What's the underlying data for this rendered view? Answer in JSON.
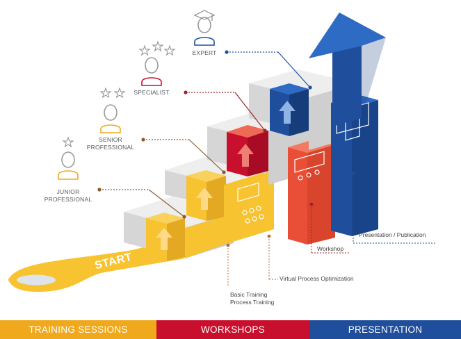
{
  "levels": [
    {
      "title_lines": [
        "JUNIOR",
        "PROFESSIONAL"
      ],
      "stars": 1,
      "color": "#f0a81c"
    },
    {
      "title_lines": [
        "SENIOR",
        "PROFESSIONAL"
      ],
      "stars": 2,
      "color": "#f0a81c"
    },
    {
      "title_lines": [
        "SPECIALIST"
      ],
      "stars": 3,
      "color": "#c8102e"
    },
    {
      "title_lines": [
        "EXPERT"
      ],
      "stars": 0,
      "color": "#1f4e9c",
      "icon": "graduation-cap-icon"
    }
  ],
  "start_label": "START",
  "annotations": {
    "basic_training": [
      "Basic Training",
      "Process Training"
    ],
    "virtual": "Virtual Process Optimization",
    "workshop": "Workshop",
    "presentation": "Presentation / Publication"
  },
  "footer": {
    "training": {
      "label": "TRAINING SESSIONS",
      "color": "#f0a81c"
    },
    "workshops": {
      "label": "WORKSHOPS",
      "color": "#c8102e"
    },
    "presentation": {
      "label": "PRESENTATION",
      "color": "#1f4e9c"
    }
  },
  "colors": {
    "yellow": "#f7c330",
    "yellow_dark": "#e3a923",
    "red": "#e94e36",
    "red_dark": "#c8102e",
    "blue": "#1f4e9c",
    "blue_light": "#2e6bc4",
    "gray_top": "#eeeeee",
    "gray_side": "#cfcfcf",
    "gray_front": "#dedede"
  }
}
